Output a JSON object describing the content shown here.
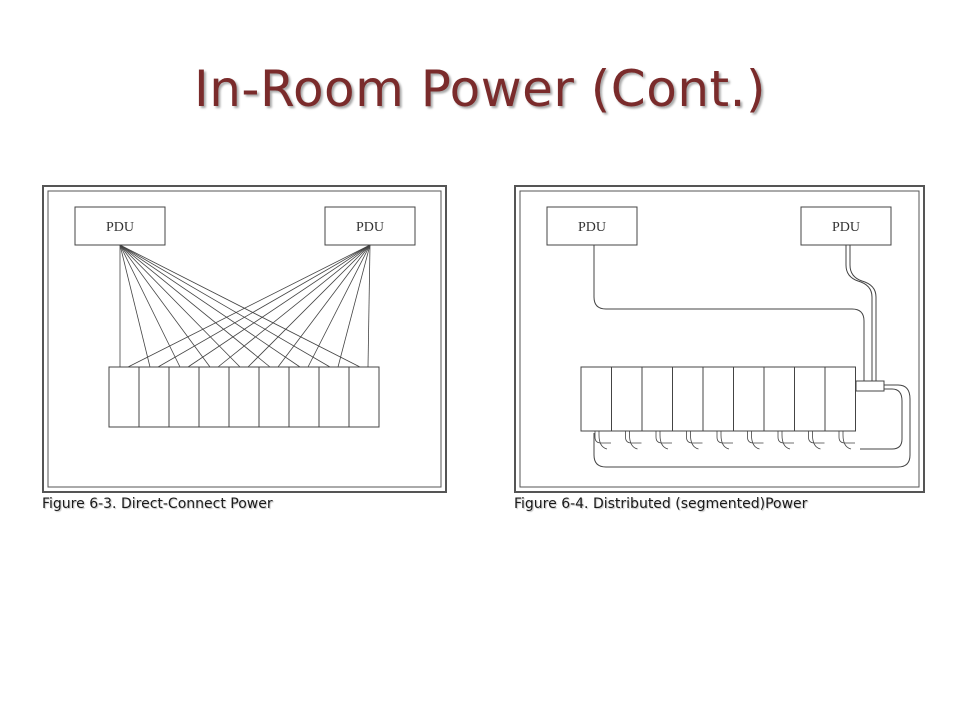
{
  "slide": {
    "title": "In-Room Power (Cont.)"
  },
  "figures": [
    {
      "caption": "Figure 6-3. Direct-Connect Power",
      "pdu_labels": [
        "PDU",
        "PDU"
      ],
      "rack_count": 9
    },
    {
      "caption": "Figure 6-4. Distributed (segmented)Power",
      "pdu_labels": [
        "PDU",
        "PDU"
      ],
      "rack_count": 9
    }
  ],
  "colors": {
    "title": "#7a2b2b",
    "line": "#444444"
  }
}
